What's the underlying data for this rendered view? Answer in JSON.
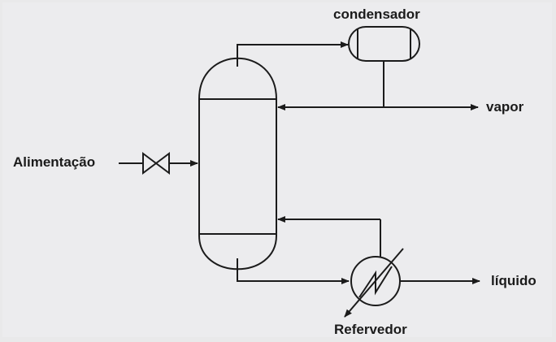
{
  "labels": {
    "condenser": "condensador",
    "vapor": "vapor",
    "feed": "Alimentação",
    "liquid": "líquido",
    "reboiler": "Refervedor"
  },
  "colors": {
    "background": "#e9e9ea",
    "stroke": "#1b1b1b"
  }
}
